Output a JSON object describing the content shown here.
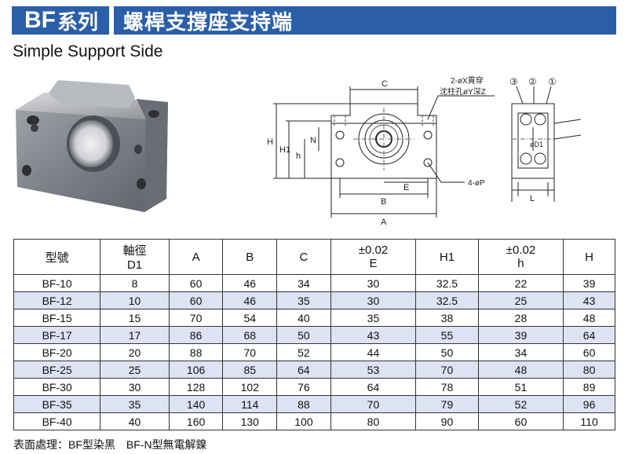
{
  "header": {
    "series_code": "BF",
    "series_suffix": "系列",
    "title": "螺桿支撐座支持端"
  },
  "subtitle": "Simple Support Side",
  "drawing_labels": {
    "c": "C",
    "h_big": "H",
    "h1": "H1",
    "h_small": "h",
    "n": "N",
    "b": "B",
    "e": "E",
    "a": "A",
    "hole_note1": "2-øX貫穿",
    "hole_note2": "沈柱孔øY深Z",
    "pin": "4-øP",
    "circle1": "①",
    "circle2": "②",
    "circle3": "③",
    "d1": "øD1",
    "l": "L"
  },
  "table": {
    "headers": [
      {
        "line1": "型號",
        "line2": ""
      },
      {
        "line1": "軸徑",
        "line2": "D1"
      },
      {
        "line1": "A",
        "line2": ""
      },
      {
        "line1": "B",
        "line2": ""
      },
      {
        "line1": "C",
        "line2": ""
      },
      {
        "line1": "±0.02",
        "line2": "E"
      },
      {
        "line1": "H1",
        "line2": ""
      },
      {
        "line1": "±0.02",
        "line2": "h"
      },
      {
        "line1": "H",
        "line2": ""
      }
    ],
    "rows": [
      [
        "BF-10",
        "8",
        "60",
        "46",
        "34",
        "30",
        "32.5",
        "22",
        "39"
      ],
      [
        "BF-12",
        "10",
        "60",
        "46",
        "35",
        "30",
        "32.5",
        "25",
        "43"
      ],
      [
        "BF-15",
        "15",
        "70",
        "54",
        "40",
        "35",
        "38",
        "28",
        "48"
      ],
      [
        "BF-17",
        "17",
        "86",
        "68",
        "50",
        "43",
        "55",
        "39",
        "64"
      ],
      [
        "BF-20",
        "20",
        "88",
        "70",
        "52",
        "44",
        "50",
        "34",
        "60"
      ],
      [
        "BF-25",
        "25",
        "106",
        "85",
        "64",
        "53",
        "70",
        "48",
        "80"
      ],
      [
        "BF-30",
        "30",
        "128",
        "102",
        "76",
        "64",
        "78",
        "51",
        "89"
      ],
      [
        "BF-35",
        "35",
        "140",
        "114",
        "88",
        "70",
        "79",
        "52",
        "96"
      ],
      [
        "BF-40",
        "40",
        "160",
        "130",
        "100",
        "80",
        "90",
        "60",
        "110"
      ]
    ]
  },
  "footer": "表面處理：BF型染黑　BF-N型無電解鎳"
}
